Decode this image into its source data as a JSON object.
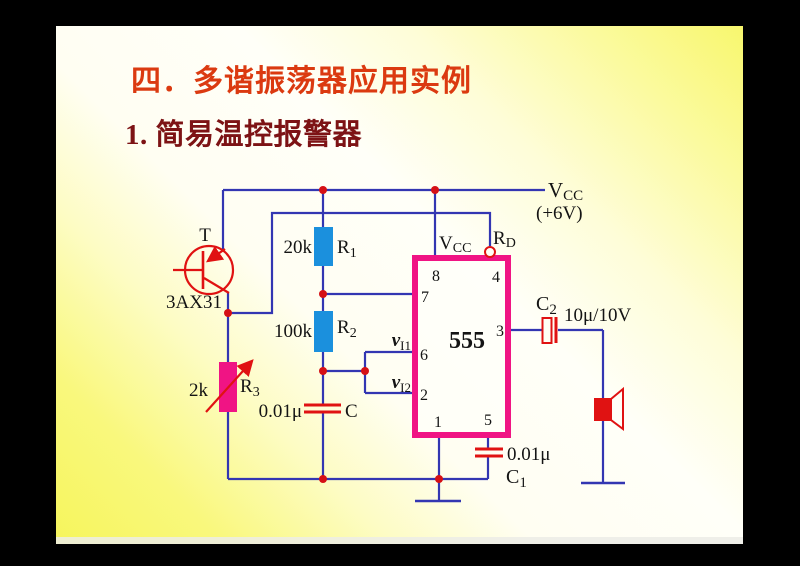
{
  "slide": {
    "title": "四．多谐振荡器应用实例",
    "subtitle": "1. 简易温控报警器"
  },
  "colors": {
    "title": "#db3a10",
    "subtitle": "#7d1315",
    "wire_blue": "#3336b2",
    "component_red": "#e01212",
    "resistor_blue": "#1b90dd",
    "chip_pink": "#f01484",
    "background_yellow": "#f8f76e"
  },
  "circuit": {
    "supply": {
      "label_main": "V",
      "label_sub": "CC",
      "voltage": "(+6V)"
    },
    "transistor": {
      "designator": "T",
      "part_number": "3AX31"
    },
    "resistors": {
      "r1": {
        "value": "20k",
        "ref_main": "R",
        "ref_sub": "1"
      },
      "r2": {
        "value": "100k",
        "ref_main": "R",
        "ref_sub": "2"
      },
      "r3": {
        "value": "2k",
        "ref_main": "R",
        "ref_sub": "3"
      }
    },
    "capacitors": {
      "c": {
        "value": "0.01μ",
        "ref_main": "C",
        "ref_sub": ""
      },
      "c1": {
        "value": "0.01μ",
        "ref_main": "C",
        "ref_sub": "1"
      },
      "c2": {
        "value": "10μ/10V",
        "ref_main": "C",
        "ref_sub": "2"
      }
    },
    "chip": {
      "name": "555",
      "vcc_pin_main": "V",
      "vcc_pin_sub": "CC",
      "reset_pin_main": "R",
      "reset_pin_sub": "D",
      "pins": {
        "p1": "1",
        "p2": "2",
        "p3": "3",
        "p4": "4",
        "p5": "5",
        "p6": "6",
        "p7": "7",
        "p8": "8"
      }
    },
    "inputs": {
      "vi1_main": "v",
      "vi1_sub": "I1",
      "vi2_main": "v",
      "vi2_sub": "I2"
    }
  }
}
